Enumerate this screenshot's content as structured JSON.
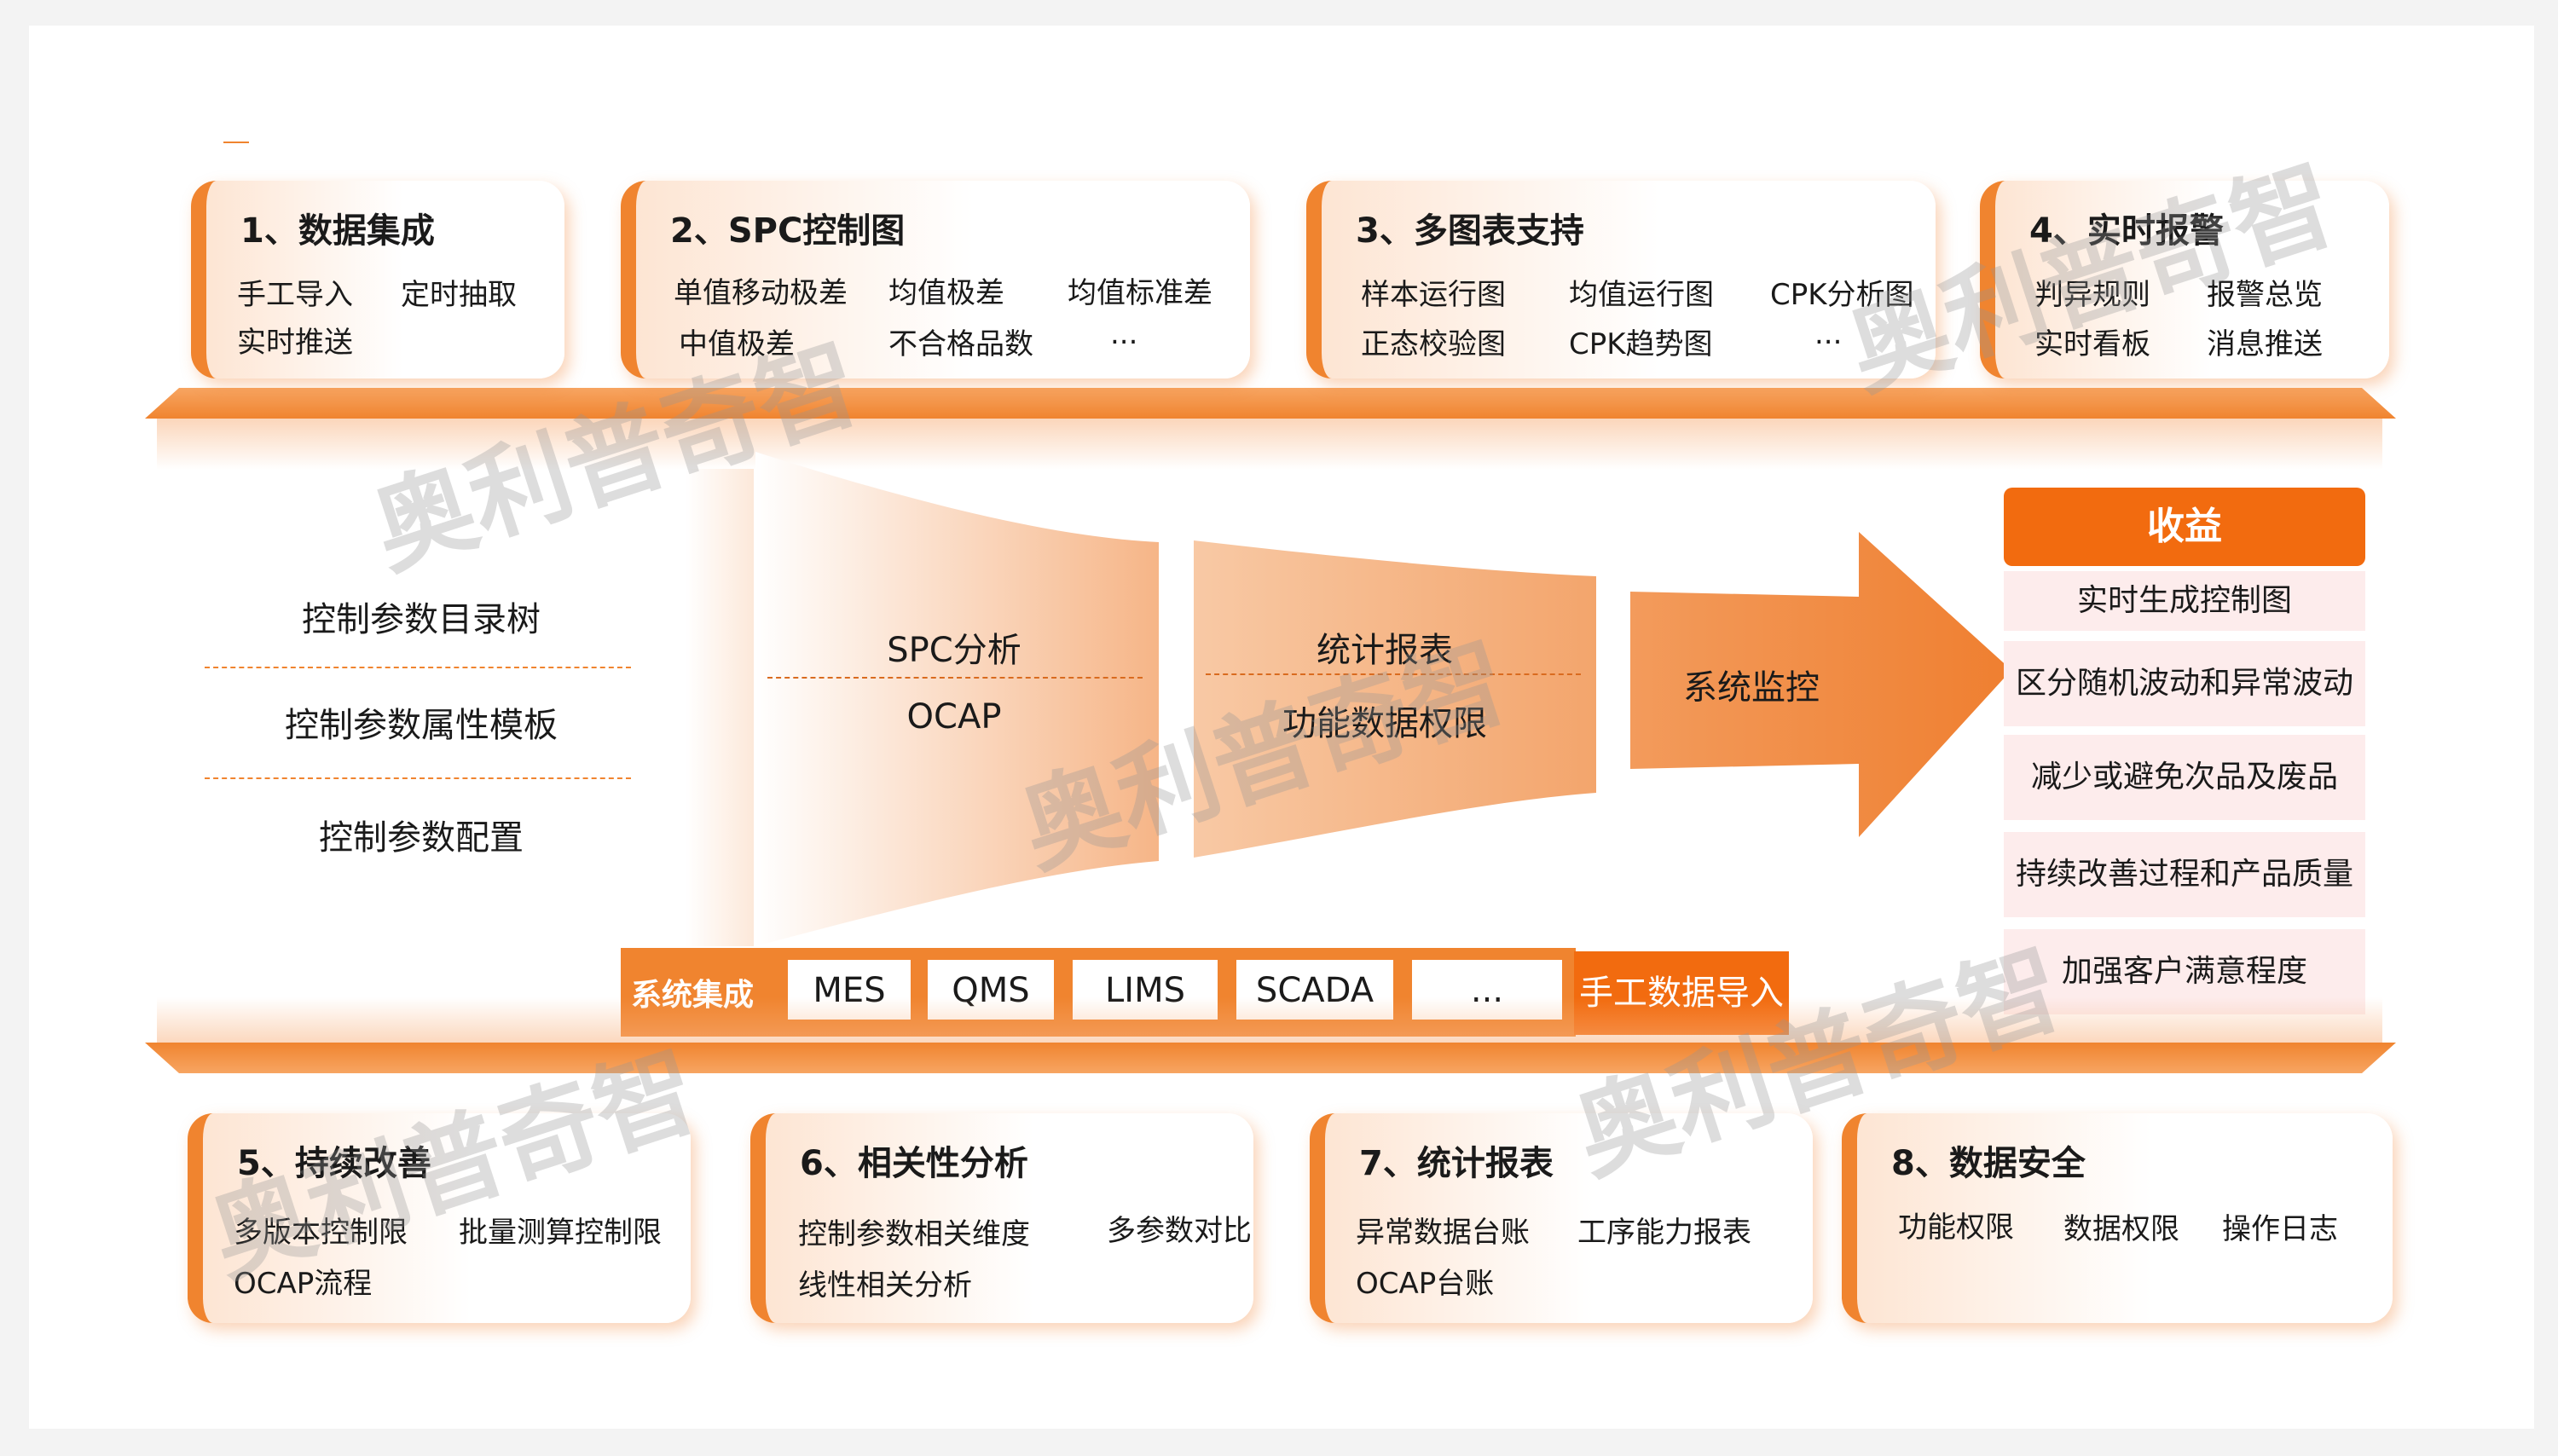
{
  "colors": {
    "accent": "#f0842f",
    "accent_dark": "#f26b0f",
    "benefit_bg": "#fdecec"
  },
  "top_cards": [
    {
      "title": "1、数据集成",
      "items": [
        "手工导入",
        "定时抽取",
        "实时推送"
      ]
    },
    {
      "title": "2、SPC控制图",
      "items": [
        "单值移动极差",
        "均值极差",
        "均值标准差",
        "中值极差",
        "不合格品数",
        "..."
      ]
    },
    {
      "title": "3、多图表支持",
      "items": [
        "样本运行图",
        "均值运行图",
        "CPK分析图",
        "正态校验图",
        "CPK趋势图",
        "..."
      ]
    },
    {
      "title": "4、实时报警",
      "items": [
        "判异规则",
        "报警总览",
        "实时看板",
        "消息推送"
      ]
    }
  ],
  "left_list": [
    "控制参数目录树",
    "控制参数属性模板",
    "控制参数配置"
  ],
  "funnel": {
    "stage1": [
      "SPC分析",
      "OCAP"
    ],
    "stage2": [
      "统计报表",
      "功能数据权限"
    ],
    "stage3": "系统监控"
  },
  "integration": {
    "label": "系统集成",
    "systems": [
      "MES",
      "QMS",
      "LIMS",
      "SCADA",
      "..."
    ],
    "manual": "手工数据导入"
  },
  "benefits": {
    "title": "收益",
    "items": [
      "实时生成控制图",
      "区分随机波动和异常波动",
      "减少或避免次品及废品",
      "持续改善过程和产品质量",
      "加强客户满意程度"
    ]
  },
  "bottom_cards": [
    {
      "title": "5、持续改善",
      "items": [
        "多版本控制限",
        "批量测算控制限",
        "OCAP流程"
      ]
    },
    {
      "title": "6、相关性分析",
      "items": [
        "控制参数相关维度",
        "多参数对比",
        "线性相关分析"
      ]
    },
    {
      "title": "7、统计报表",
      "items": [
        "异常数据台账",
        "工序能力报表",
        "OCAP台账"
      ]
    },
    {
      "title": "8、数据安全",
      "items": [
        "功能权限",
        "数据权限",
        "操作日志"
      ]
    }
  ],
  "watermark": "奥利普奇智"
}
